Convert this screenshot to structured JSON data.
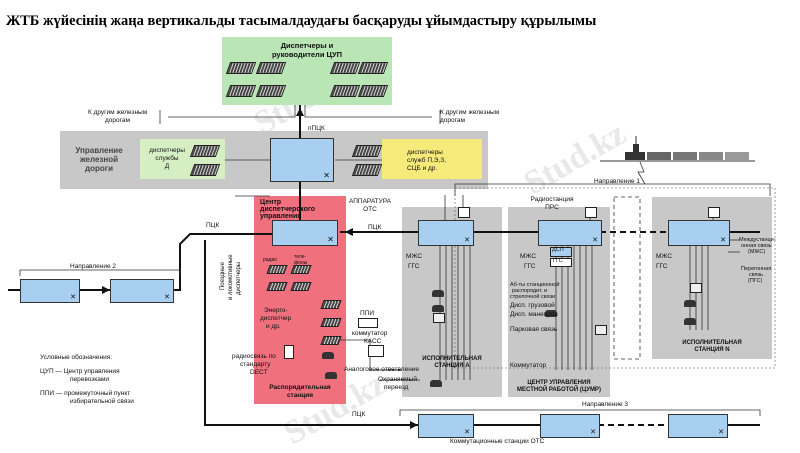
{
  "title": "ЖТБ жүйесінің жаңа вертикальды тасымалдаудағы басқаруды ұйымдастыру  құрылымы",
  "watermark": "Stud.kz",
  "cup": {
    "label_line1": "Диспетчеры и",
    "label_line2": "руководители ЦУП"
  },
  "other_roads_left_1": "К другим железным",
  "other_roads_left_2": "дорогам",
  "other_roads_right_1": "К другим железным",
  "other_roads_right_2": "дорогам",
  "npck": "пПЦК",
  "road_mgmt": {
    "line1": "Управление",
    "line2": "железной",
    "line3": "дороги"
  },
  "dispatch_d": {
    "line1": "диспетчеры",
    "line2": "службы",
    "line3": "Д"
  },
  "dispatch_pek": {
    "line1": "диспетчеры",
    "line2": "служб П,Э,З,",
    "line3": "СЦБ и др."
  },
  "center": {
    "line1": "Центр",
    "line2": "диспетчерского",
    "line3": "управления"
  },
  "pck_top": "ПЦК",
  "pck_center": "ПЦК",
  "pck_bottom": "ПЦК",
  "direction1": "Направление 1",
  "direction2": "Направление 2",
  "direction3": "Направление 3",
  "ots_app": {
    "line1": "АППАРАТУРА",
    "line2": "ОТС"
  },
  "radio_prs": {
    "line1": "Радиостанция",
    "line2": "ПРС"
  },
  "loco_dispatch": {
    "line1": "Поездные",
    "line2": "и локомотивные",
    "line3": "диспетчеры"
  },
  "radio_small": "радио",
  "tele_small": {
    "line1": "теле-",
    "line2": "фоны"
  },
  "energy": {
    "line1": "Энерго-",
    "line2": "диспетчер",
    "line3": "и др."
  },
  "dect": {
    "line1": "радиосвязь по",
    "line2": "стандарту",
    "line3": "DECT"
  },
  "distribution": {
    "line1": "Распорядительная",
    "line2": "станция"
  },
  "legend": {
    "heading": "Условные обозначения:",
    "cup1": "ЦУП — Центр управления",
    "cup2": "перевозками",
    "ppi1": "ППИ — промежуточный пункт",
    "ppi2": "избирательной связи"
  },
  "ppi": "ППИ",
  "kass": {
    "line1": "коммутатор",
    "line2": "КАСС"
  },
  "analog": "Аналоговое ответвление",
  "guarded": {
    "line1": "Охраняемый",
    "line2": "переезд"
  },
  "mzhs": "МЖС",
  "ggs": "ГГС",
  "station_a": {
    "line1": "ИСПОЛНИТЕЛЬНАЯ",
    "line2": "СТАНЦИЯ А"
  },
  "station_n": {
    "line1": "ИСПОЛНИТЕЛЬНАЯ",
    "line2": "СТАНЦИЯ N"
  },
  "dsp": "ДСП",
  "tsuimr_items": {
    "ab1": "Аб-ты станционной",
    "ab2": "распорядит. и",
    "ab3": "стрелочной связи",
    "cargo": "Дисп. грузовой",
    "maneuver": "Дисп. маневров",
    "park": "Парковая связь",
    "switch": "Коммутатор"
  },
  "tsuimr": {
    "line1": "ЦЕНТР УПРАВЛЕНИЯ",
    "line2": "МЕСТНОЙ РАБОТОЙ (ЦУМР)"
  },
  "interstation": {
    "line1": "Междустанци-",
    "line2": "онная связь",
    "line3": "(МЖС)"
  },
  "haul": {
    "line1": "Перегонная",
    "line2": "связь",
    "line3": "(ПГС)"
  },
  "ots_stations": "Коммутационные станции ОТС",
  "colors": {
    "green_panel": "#b9e6b4",
    "grey_panel": "#c8c8c8",
    "pink_panel": "#f0707e",
    "yellow_panel": "#f5ea7a",
    "light_green": "#d6efc2",
    "blue_box": "#a8cff0"
  },
  "icons": [
    "station-box-icon",
    "phone-icon",
    "console-icon",
    "antenna-icon",
    "train-icon",
    "speaker-icon"
  ]
}
